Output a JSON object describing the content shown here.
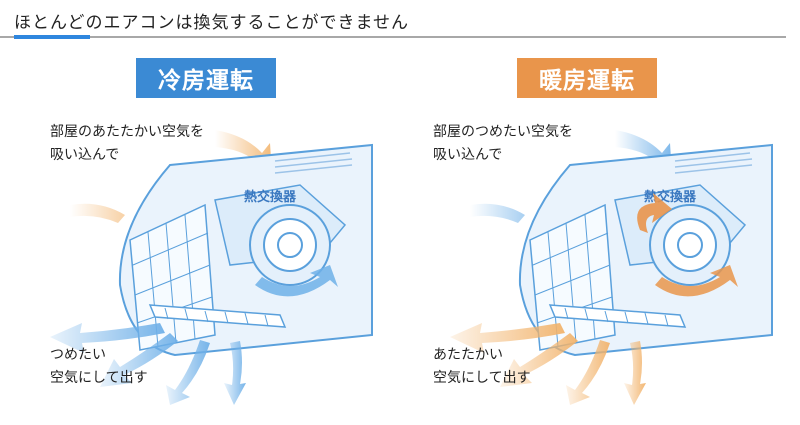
{
  "title": "ほとんどのエアコンは換気することができません",
  "cooling": {
    "badge": "冷房運転",
    "intake_line1": "部屋のあたたかい空気を",
    "intake_line2": "吸い込んで",
    "output_line1": "つめたい",
    "output_line2": "空気にして出す",
    "heat_exchanger": "熱交換器",
    "badge_color": "#3b8ad4",
    "intake_air_color": "#f2b36b",
    "output_air_color": "#6fb0e8"
  },
  "heating": {
    "badge": "暖房運転",
    "intake_line1": "部屋のつめたい空気を",
    "intake_line2": "吸い込んで",
    "output_line1": "あたたかい",
    "output_line2": "空気にして出す",
    "heat_exchanger": "熱交換器",
    "badge_color": "#e9954b",
    "intake_air_color": "#6fb0e8",
    "output_air_color": "#f2b36b"
  },
  "colors": {
    "title_accent": "#2e86de",
    "unit_outline": "#5aa0dc",
    "unit_fill": "#eaf3fc"
  }
}
